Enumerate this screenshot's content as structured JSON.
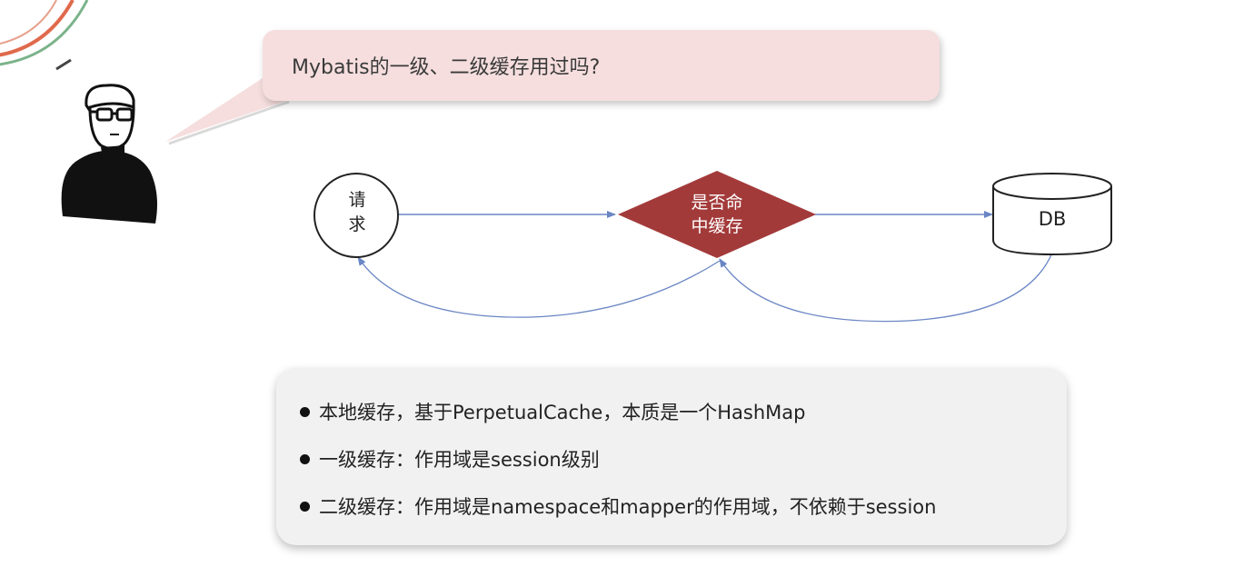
{
  "question": {
    "text": "Mybatis的一级、二级缓存用过吗?"
  },
  "diagram": {
    "request_node": {
      "line1": "请",
      "line2": "求"
    },
    "decision_node": {
      "line1": "是否命",
      "line2": "中缓存",
      "fill": "#a33a3a"
    },
    "db_node": {
      "label": "DB"
    },
    "arrow_color": "#6a86c4"
  },
  "notes": {
    "items": [
      {
        "text": "本地缓存，基于PerpetualCache，本质是一个HashMap"
      },
      {
        "text": "一级缓存：作用域是session级别"
      },
      {
        "text": "二级缓存：作用域是namespace和mapper的作用域，不依赖于session"
      }
    ]
  }
}
